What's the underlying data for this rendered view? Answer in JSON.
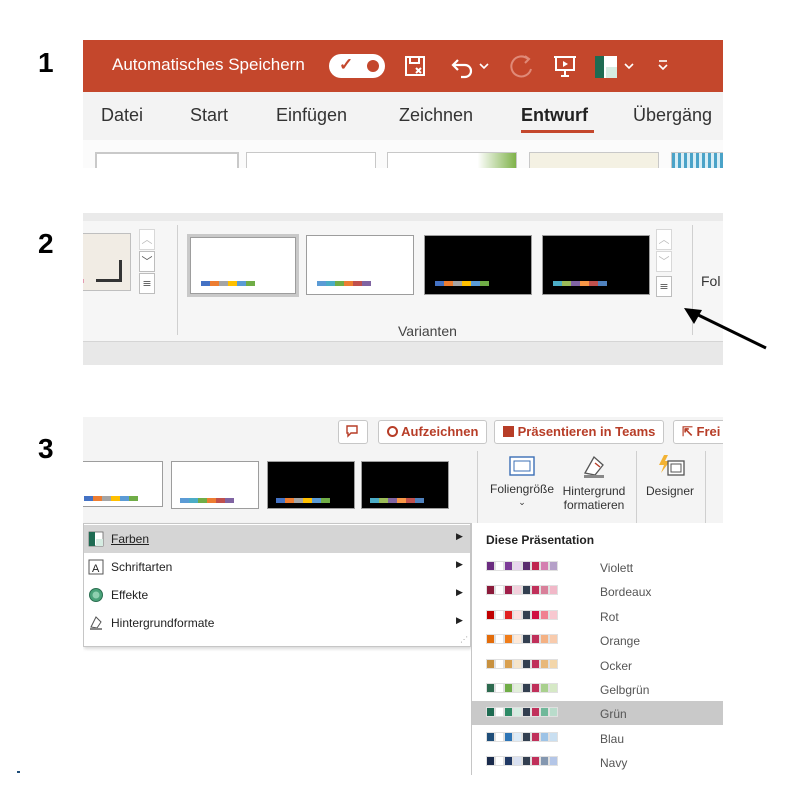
{
  "steps": [
    "1",
    "2",
    "3"
  ],
  "panel1": {
    "autosave_label": "Automatisches Speichern",
    "toggle_check": "✓",
    "tabs": [
      "Datei",
      "Start",
      "Einfügen",
      "Zeichnen",
      "Entwurf",
      "Übergäng"
    ],
    "active_tab": "Entwurf",
    "accent_color": "#c4472c"
  },
  "panel2": {
    "variants_group_label": "Varianten",
    "next_group_partial": "Fol",
    "variants": [
      {
        "background": "white",
        "selected": true,
        "swatches": [
          "#4472c4",
          "#ed7d31",
          "#a5a5a5",
          "#ffc000",
          "#5b9bd5",
          "#70ad47"
        ]
      },
      {
        "background": "white",
        "selected": false,
        "swatches": [
          "#5b9bd5",
          "#4bacc6",
          "#70ad47",
          "#ed7d31",
          "#c0504d",
          "#8064a2"
        ]
      },
      {
        "background": "black",
        "selected": false,
        "swatches": [
          "#4472c4",
          "#ed7d31",
          "#a5a5a5",
          "#ffc000",
          "#5b9bd5",
          "#70ad47"
        ]
      },
      {
        "background": "black",
        "selected": false,
        "swatches": [
          "#4bacc6",
          "#9bbb59",
          "#8064a2",
          "#f79646",
          "#c0504d",
          "#4f81bd"
        ]
      }
    ]
  },
  "panel3": {
    "commands": [
      "Aufzeichnen",
      "Präsentieren in Teams",
      "Frei"
    ],
    "ribbon_buttons": {
      "slide_size": "Foliengröße",
      "format_background_line1": "Hintergrund",
      "format_background_line2": "formatieren",
      "designer": "Designer"
    },
    "menu_items": [
      {
        "label": "Farben",
        "icon": "colors-icon",
        "hover": true
      },
      {
        "label": "Schriftarten",
        "icon": "font-icon",
        "hover": false
      },
      {
        "label": "Effekte",
        "icon": "effects-icon",
        "hover": false
      },
      {
        "label": "Hintergrundformate",
        "icon": "background-styles-icon",
        "hover": false
      }
    ],
    "submenu_header": "Diese Präsentation",
    "color_schemes": [
      {
        "name": "Violett",
        "colors": [
          "#6b2c80",
          "#ffffff",
          "#7d3c98",
          "#e8d6ee",
          "#5a2d6e",
          "#c02650",
          "#d47fb0",
          "#b5a0c8"
        ]
      },
      {
        "name": "Bordeaux",
        "colors": [
          "#8b1a3a",
          "#ffffff",
          "#a01f4a",
          "#f2d0dc",
          "#333f50",
          "#c0305a",
          "#d9809a",
          "#f1b8c8"
        ]
      },
      {
        "name": "Rot",
        "colors": [
          "#c00000",
          "#ffffff",
          "#e02020",
          "#fde0e0",
          "#333f50",
          "#d01040",
          "#f08090",
          "#f8c8d0"
        ]
      },
      {
        "name": "Orange",
        "colors": [
          "#e36c0a",
          "#ffffff",
          "#f07d1a",
          "#fde9d9",
          "#333f50",
          "#c0305a",
          "#f4b183",
          "#f8cbad"
        ]
      },
      {
        "name": "Ocker",
        "colors": [
          "#c8913f",
          "#ffffff",
          "#d9a050",
          "#f5e5cc",
          "#333f50",
          "#c0305a",
          "#e8b87a",
          "#f3d6aa"
        ]
      },
      {
        "name": "Gelbgrün",
        "colors": [
          "#2d6a4f",
          "#ffffff",
          "#70ad47",
          "#e2efda",
          "#333f50",
          "#c0305a",
          "#a9d08e",
          "#d6e9c6"
        ]
      },
      {
        "name": "Grün",
        "colors": [
          "#1e6b52",
          "#ffffff",
          "#2e8b67",
          "#d6ece2",
          "#333f50",
          "#c0305a",
          "#70b89a",
          "#b9dccb"
        ]
      },
      {
        "name": "Blau",
        "colors": [
          "#1f4e79",
          "#ffffff",
          "#2e75b6",
          "#ddebf7",
          "#333f50",
          "#c0305a",
          "#9dc3e6",
          "#c9dff1"
        ]
      },
      {
        "name": "Navy",
        "colors": [
          "#1a2b4c",
          "#ffffff",
          "#203864",
          "#d9e1f2",
          "#333f50",
          "#c0305a",
          "#8497b0",
          "#b4c6e7"
        ]
      }
    ],
    "hovered_scheme": "Grün"
  }
}
